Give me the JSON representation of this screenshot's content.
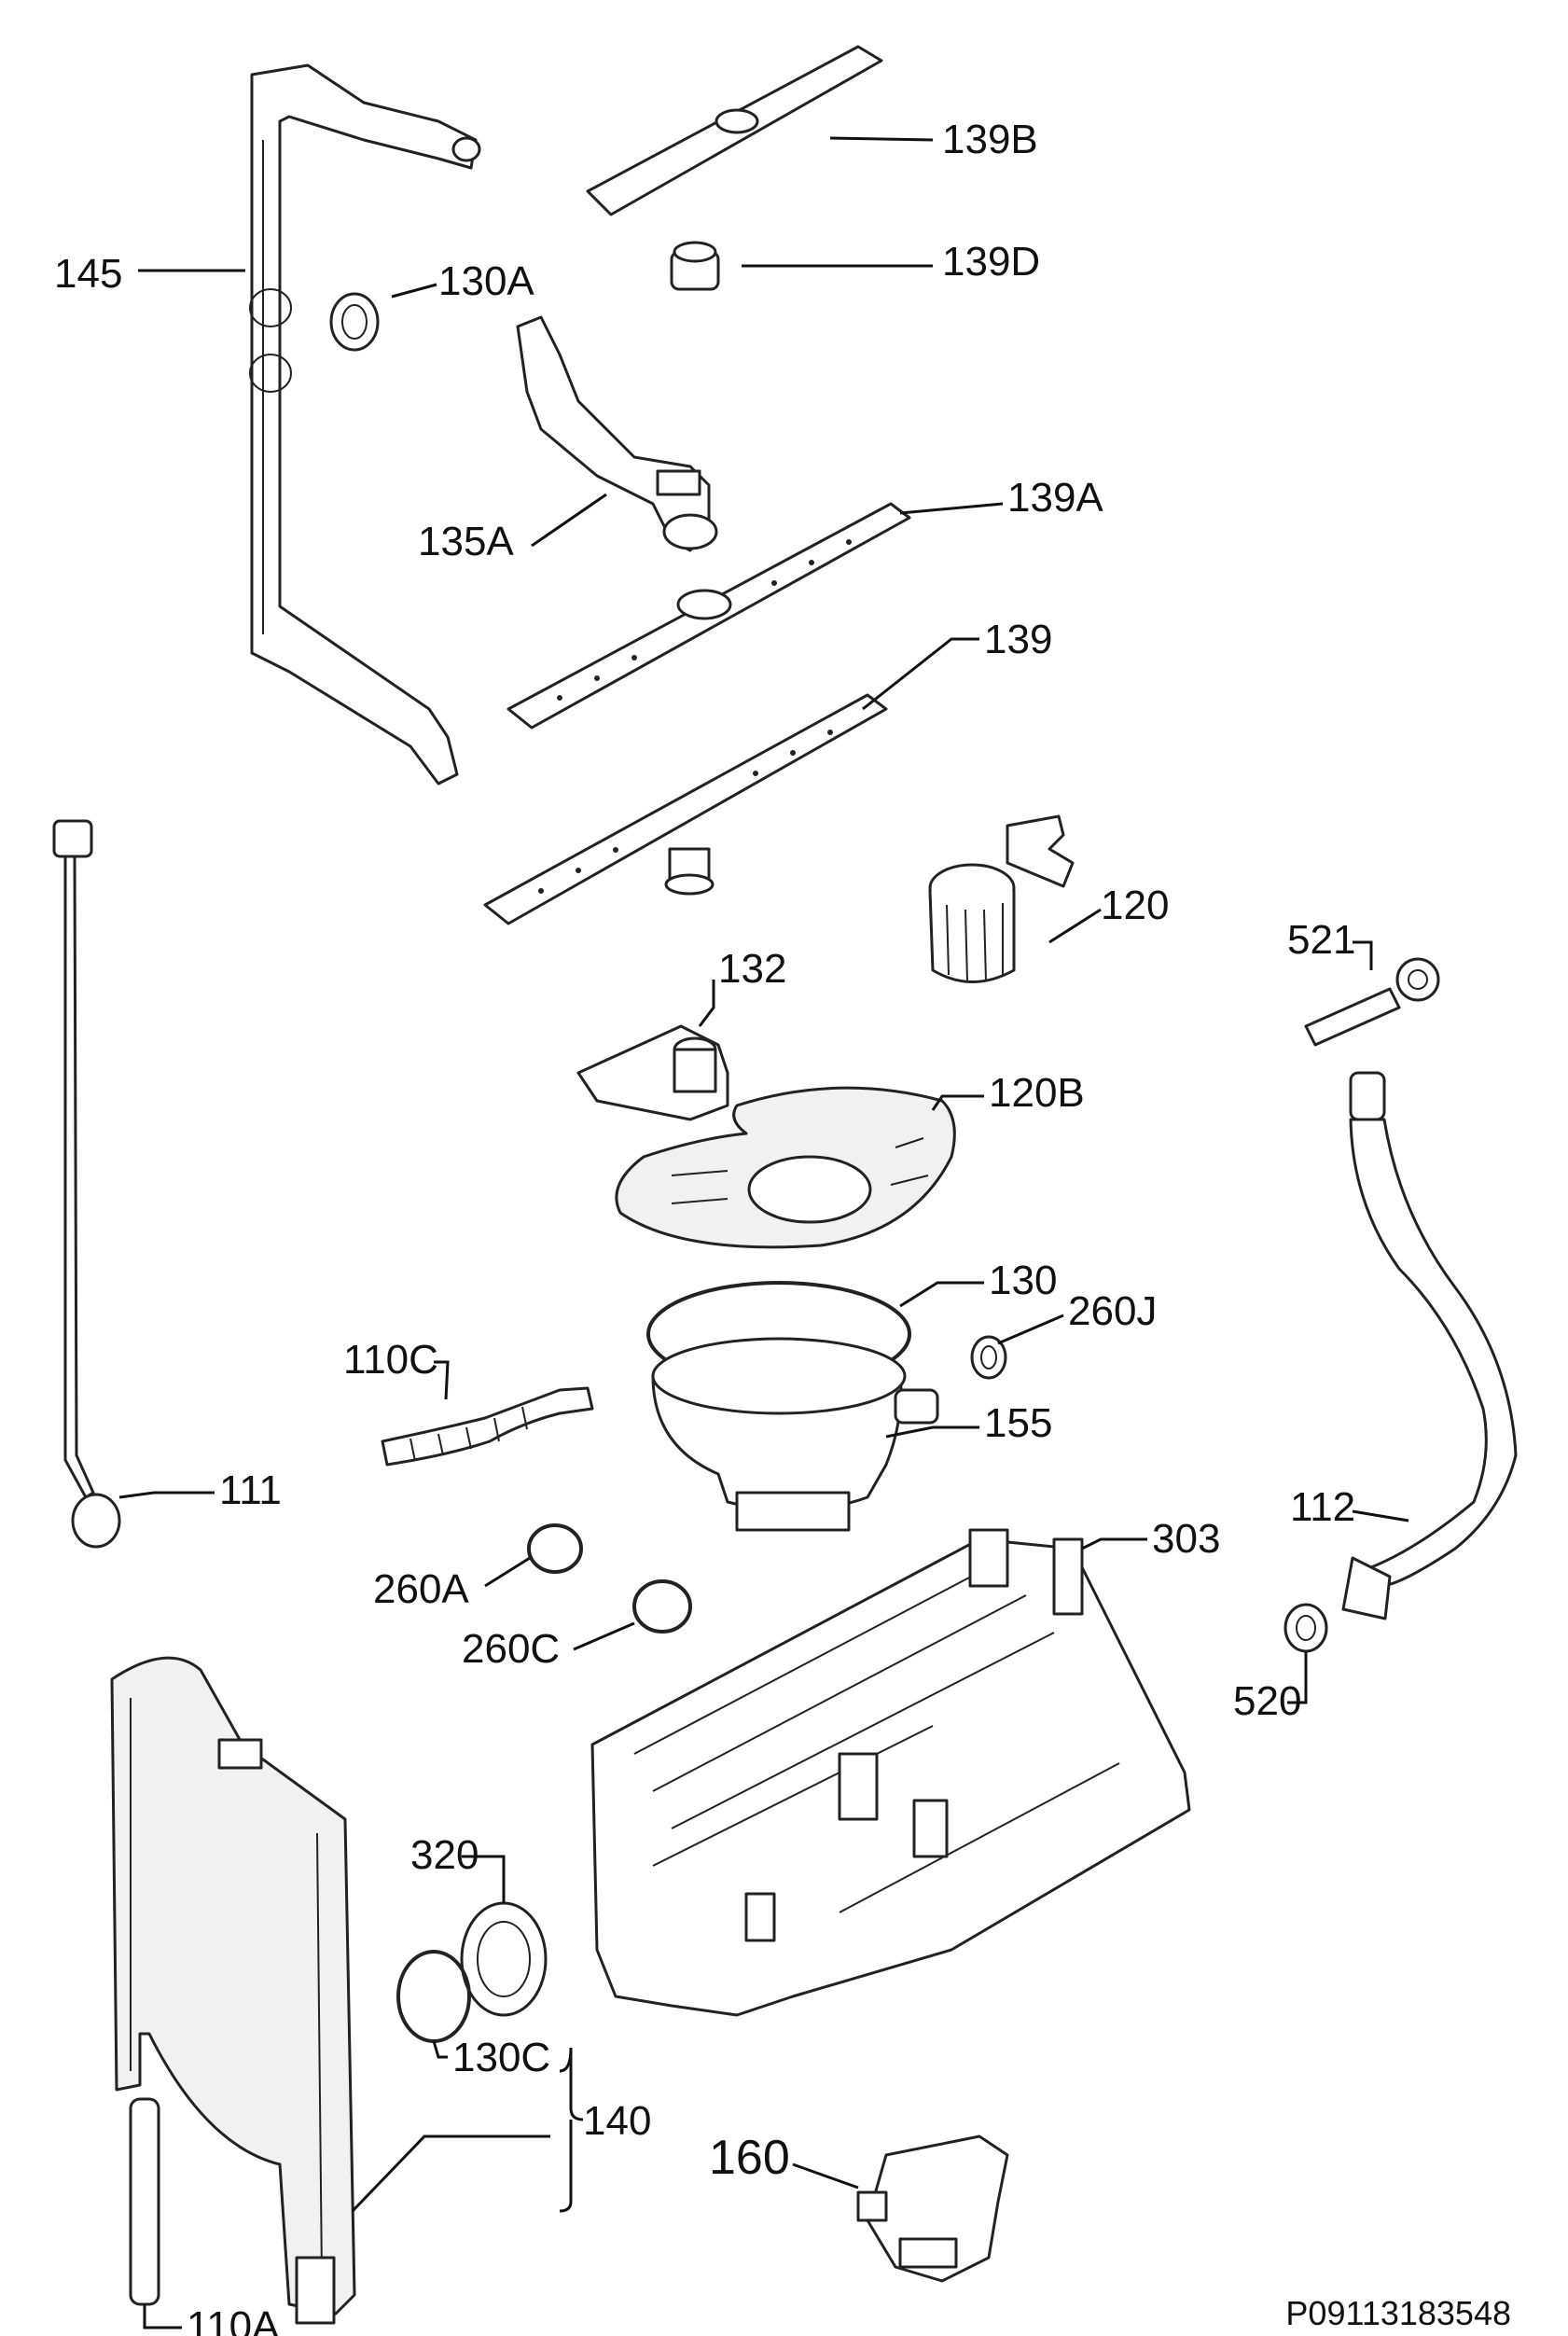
{
  "labels": {
    "p145": "145",
    "p130A": "130A",
    "p139B": "139B",
    "p139D": "139D",
    "p135A": "135A",
    "p139A": "139A",
    "p139": "139",
    "p120": "120",
    "p521": "521",
    "p132": "132",
    "p120B": "120B",
    "p130": "130",
    "p260J": "260J",
    "p110C": "110C",
    "p155": "155",
    "p111": "111",
    "p112": "112",
    "p303": "303",
    "p260A": "260A",
    "p260C": "260C",
    "p520": "520",
    "p320": "320",
    "p130C": "130C",
    "p140": "140",
    "p160": "160",
    "p110A": "110A"
  },
  "drawing_ref": "P09113183548"
}
